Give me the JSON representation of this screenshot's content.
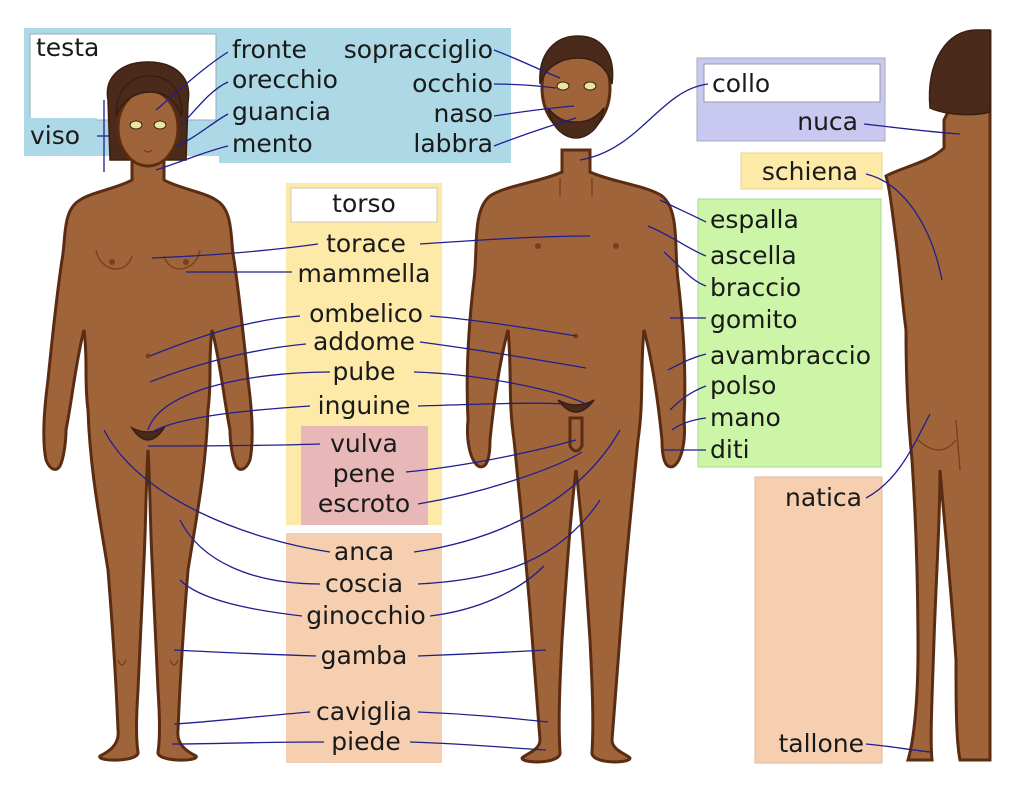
{
  "labels": {
    "testa": "testa",
    "viso": "viso",
    "fronte": "fronte",
    "orecchio": "orecchio",
    "guancia": "guancia",
    "mento": "mento",
    "sopracciglio": "sopracciglio",
    "occhio": "occhio",
    "naso": "naso",
    "labbra": "labbra",
    "collo": "collo",
    "nuca": "nuca",
    "schiena": "schiena",
    "torso": "torso",
    "torace": "torace",
    "mammella": "mammella",
    "ombelico": "ombelico",
    "addome": "addome",
    "pube": "pube",
    "inguine": "inguine",
    "vulva": "vulva",
    "pene": "pene",
    "scroto": "escroto",
    "espalla": "espalla",
    "ascella": "ascella",
    "braccio": "braccio",
    "gomito": "gomito",
    "avambraccio": "avambraccio",
    "polso": "polso",
    "mano": "mano",
    "diti": "diti",
    "anca": "anca",
    "coscia": "coscia",
    "ginocchio": "ginocchio",
    "gamba": "gamba",
    "caviglia": "caviglia",
    "piede": "piede",
    "natica": "natica",
    "tallone": "tallone"
  },
  "colors": {
    "head_box": "#add8e6",
    "neck_box": "#c8c8f0",
    "torso_box": "#fde9a8",
    "genital_box": "#e8b8b8",
    "limb_box": "#ccf5a8",
    "leg_box": "#f5cfb0",
    "skin": "#a0643b",
    "leader": "#1f1f8f"
  }
}
